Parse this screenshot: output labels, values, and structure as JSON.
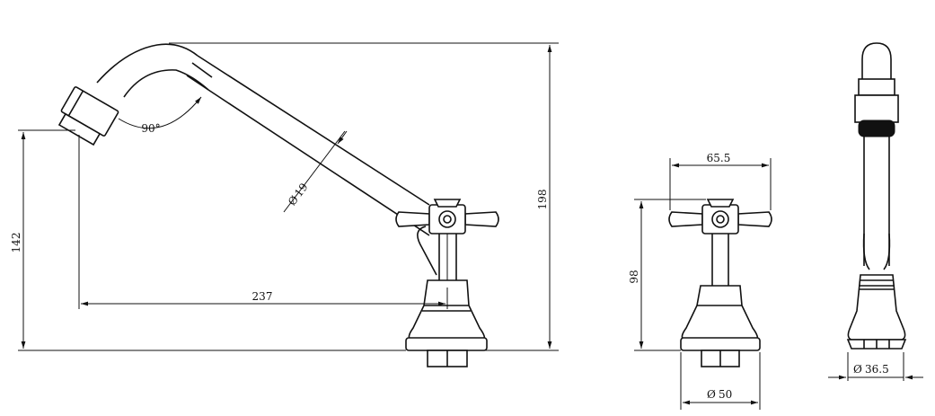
{
  "dimensions": {
    "spout_angle": "90°",
    "spout_diameter_symbol": "Ø",
    "spout_diameter": "19",
    "spout_reach": "237",
    "outlet_height": "142",
    "total_height": "198",
    "handle_span": "65.5",
    "handle_height": "98",
    "base_diameter_symbol": "Ø",
    "base_diameter": "50",
    "side_base_diameter_symbol": "Ø",
    "side_base_diameter": "36.5"
  }
}
